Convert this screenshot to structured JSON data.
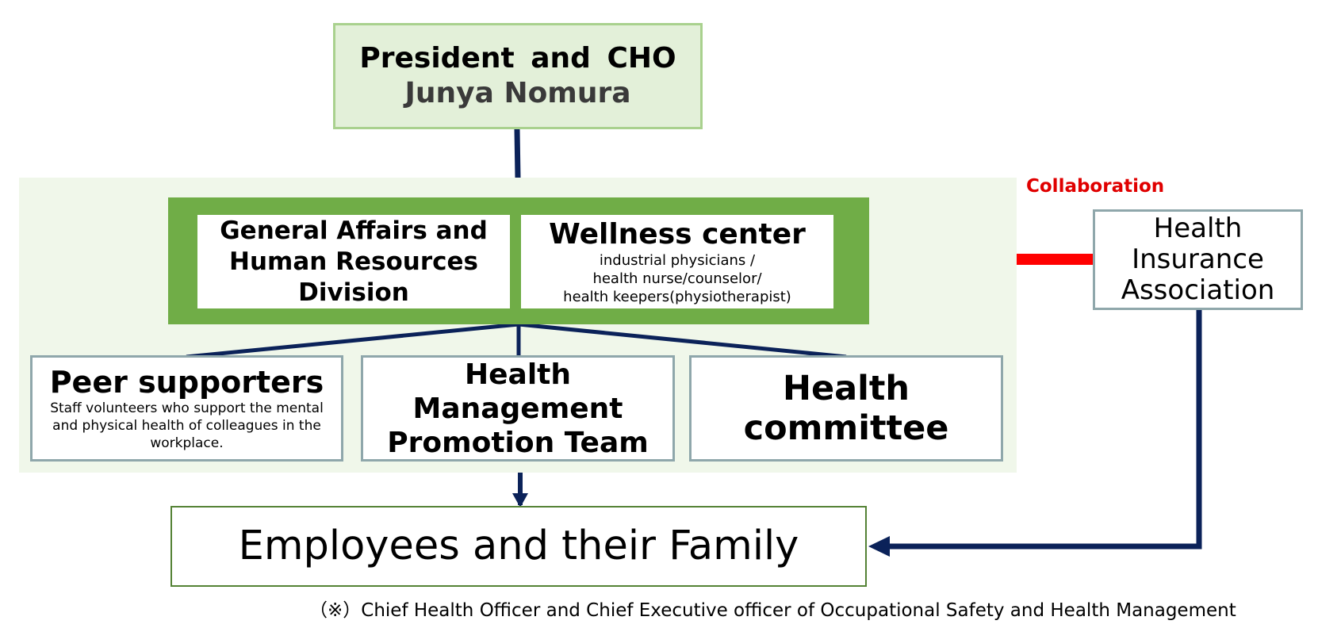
{
  "president": {
    "title": "President  and  CHO",
    "name": "Junya Nomura"
  },
  "gahr": {
    "label": "General Affairs and\nHuman Resources\nDivision"
  },
  "wellness": {
    "title": "Wellness center",
    "subtitle": "industrial physicians /\nhealth nurse/counselor/\nhealth keepers(physiotherapist)"
  },
  "peer": {
    "title": "Peer supporters",
    "description": "Staff volunteers who support the mental\nand physical health of colleagues in the\nworkplace."
  },
  "hmpt": {
    "label": "Health\nManagement\nPromotion Team"
  },
  "committee": {
    "label": "Health\ncommittee"
  },
  "hia": {
    "label": "Health\nInsurance\nAssociation"
  },
  "collaboration": {
    "label": "Collaboration"
  },
  "employees": {
    "label": "Employees and their Family"
  },
  "footnote": "（※）Chief Health Officer and Chief Executive officer of Occupational Safety and Health Management",
  "colors": {
    "connector": "#0b2259",
    "collaboration": "#ff0000",
    "frame_green": "#70ad47",
    "panel_bg": "#f0f7ea",
    "president_bg": "#e3f0d9"
  }
}
